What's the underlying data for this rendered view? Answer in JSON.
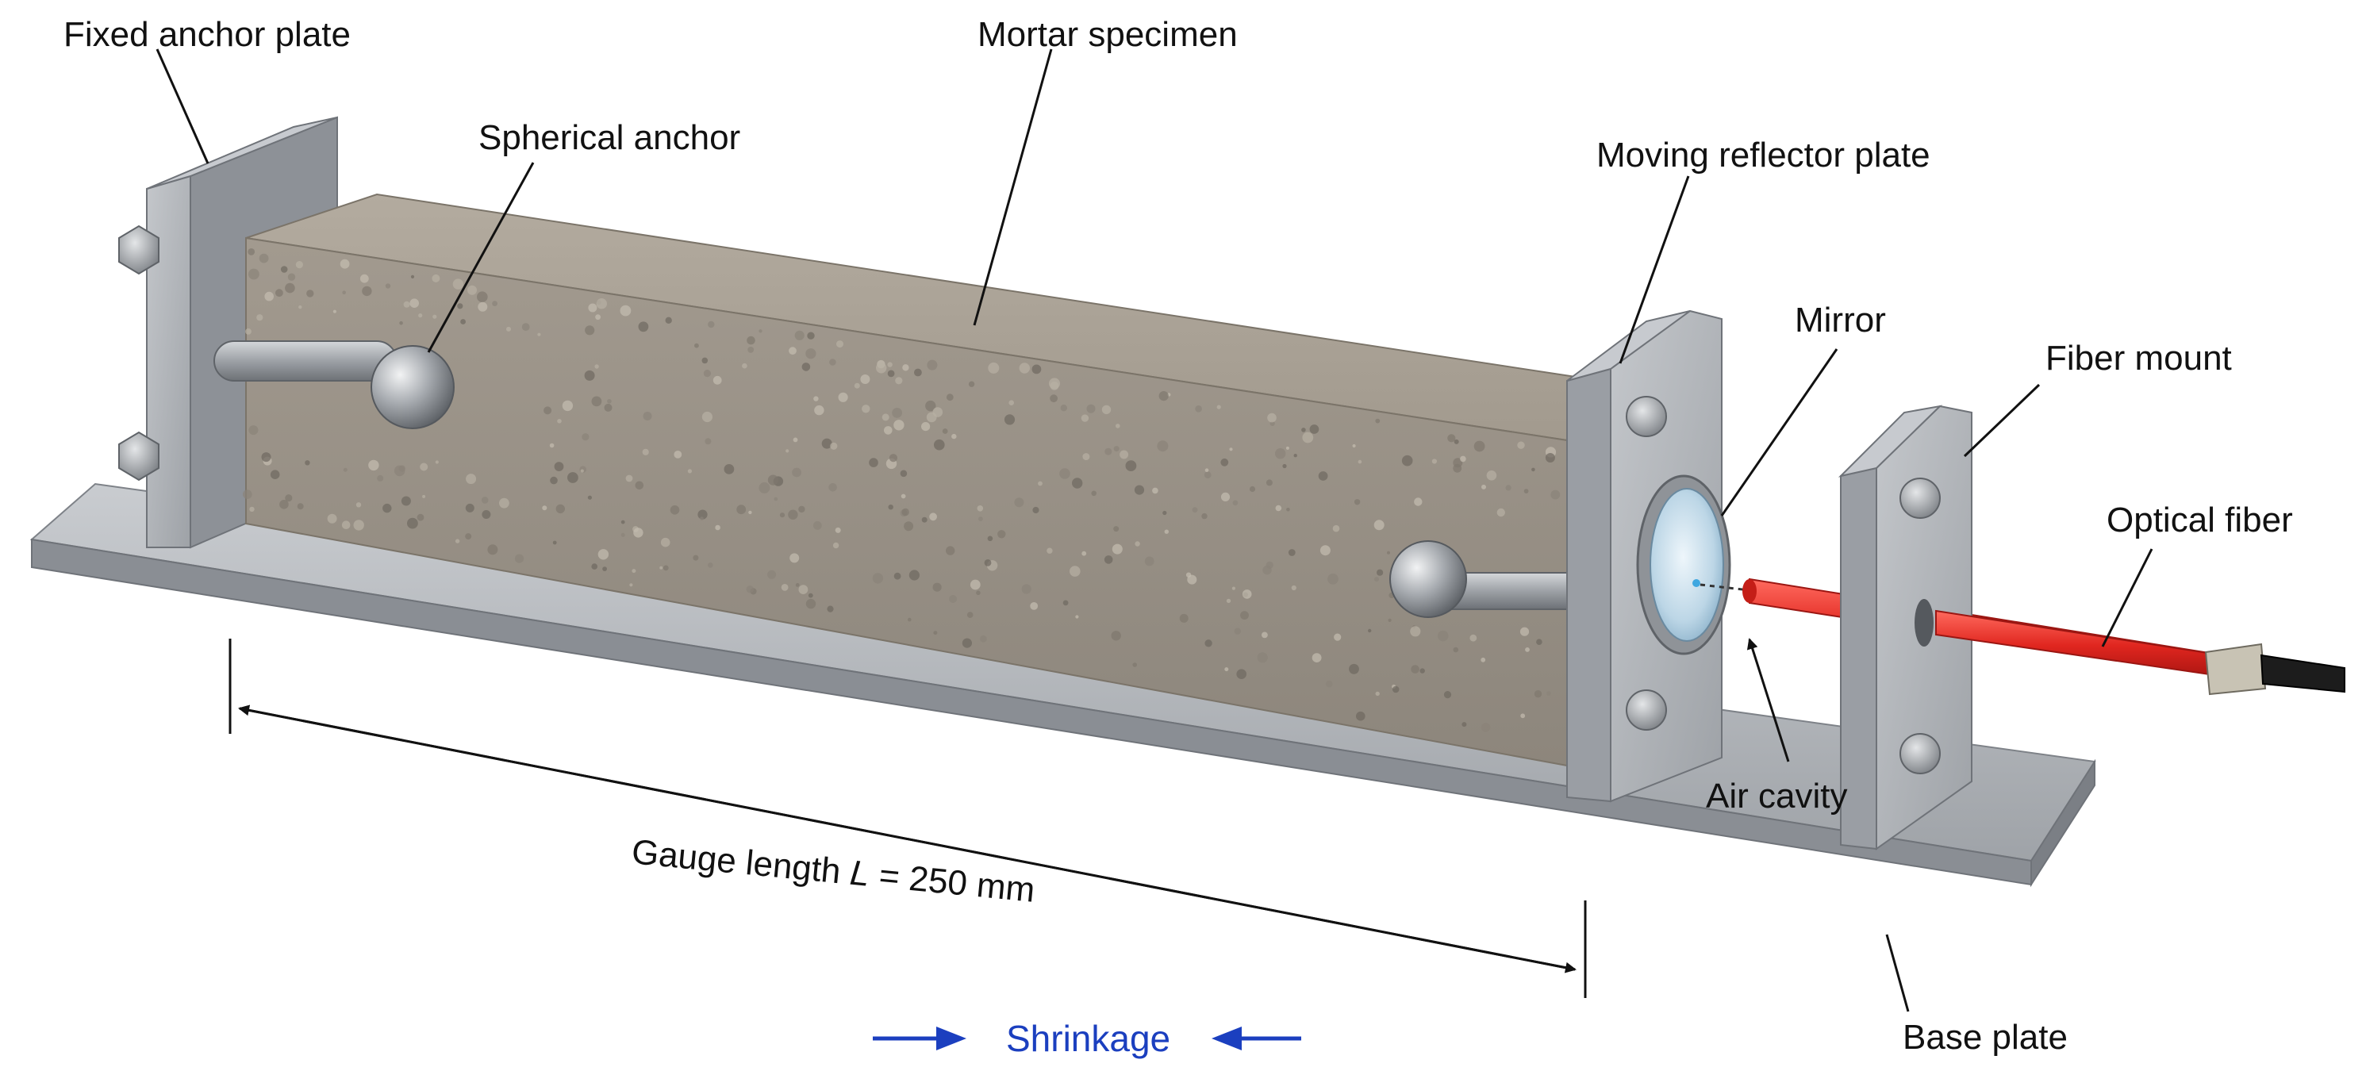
{
  "labels": {
    "fixed_anchor_plate": "Fixed anchor plate",
    "mortar_specimen": "Mortar specimen",
    "spherical_anchor": "Spherical anchor",
    "moving_reflector_plate": "Moving reflector plate",
    "mirror": "Mirror",
    "fiber_mount": "Fiber mount",
    "optical_fiber": "Optical fiber",
    "air_cavity": "Air cavity",
    "base_plate": "Base plate",
    "gauge_length_prefix": "Gauge length ",
    "gauge_length_symbol": "L",
    "gauge_length_suffix": " = 250 mm",
    "shrinkage": "Shrinkage"
  },
  "colors": {
    "steel": "#a9adb2",
    "mortar": "#9c958b",
    "fiber": "#e0261f",
    "shrinkage_arrow": "#1b3fbf",
    "leader": "#111111"
  }
}
